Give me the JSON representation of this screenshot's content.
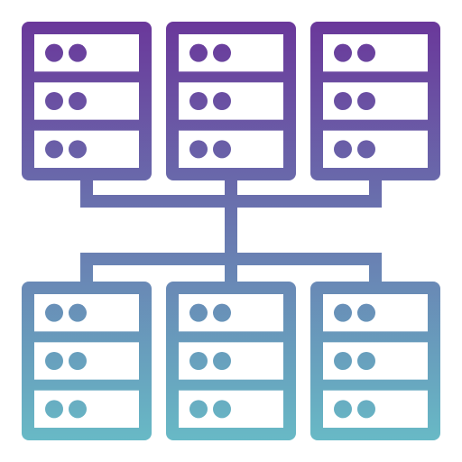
{
  "icon": {
    "name": "server-network-icon",
    "gradient": {
      "top": "#6A3198",
      "bottom": "#68C0C8"
    },
    "background": "#FFFFFF"
  },
  "server_groups": [
    {
      "name": "top-server-racks",
      "count": 3,
      "units_per_rack": 3
    },
    {
      "name": "bottom-server-racks",
      "count": 3,
      "units_per_rack": 3
    }
  ],
  "unit_indicator": {
    "lights_per_unit": 2
  }
}
